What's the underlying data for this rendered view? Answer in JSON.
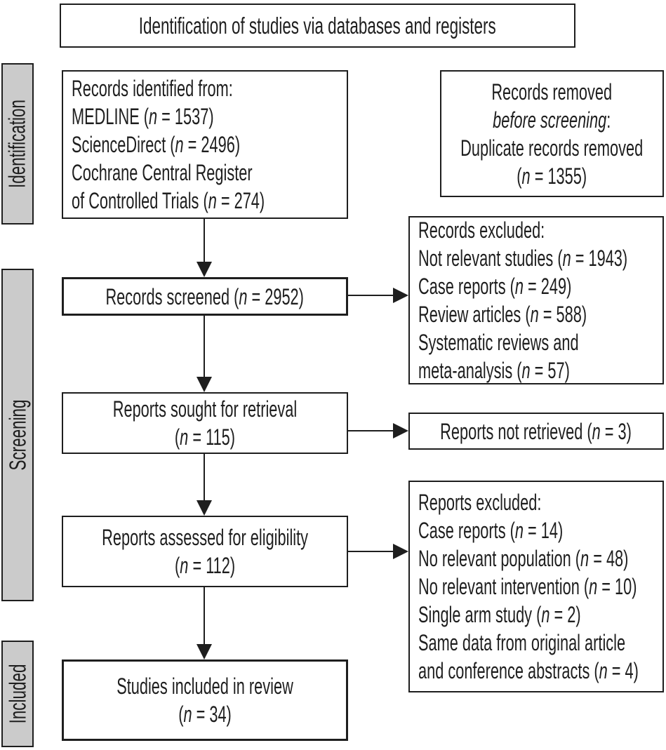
{
  "diagram": {
    "title": "Identification of studies via databases and registers",
    "stages": [
      {
        "label": "Identification"
      },
      {
        "label": "Screening"
      },
      {
        "label": "Included"
      }
    ],
    "boxes": {
      "records_identified": {
        "lines": [
          "Records identified from:",
          "MEDLINE (*n* = 1537)",
          "ScienceDirect (*n* = 2496)",
          "Cochrane Central Register",
          "of Controlled Trials (*n* = 274)"
        ]
      },
      "records_removed": {
        "lines": [
          "Records removed",
          "*before screening*:",
          "Duplicate records removed",
          "(*n* = 1355)"
        ]
      },
      "records_screened": {
        "lines": [
          "Records screened (*n* = 2952)"
        ]
      },
      "records_excluded": {
        "lines": [
          "Records excluded:",
          "Not relevant studies (*n* = 1943)",
          "Case reports (*n* = 249)",
          "Review articles (*n* = 588)",
          "Systematic reviews and",
          "meta-analysis (*n* = 57)"
        ]
      },
      "reports_sought": {
        "lines": [
          "Reports sought for retrieval",
          "(*n* = 115)"
        ]
      },
      "reports_not_retrieved": {
        "lines": [
          "Reports not retrieved (*n* = 3)"
        ]
      },
      "reports_assessed": {
        "lines": [
          "Reports assessed for eligibility",
          "(*n* = 112)"
        ]
      },
      "reports_excluded": {
        "lines": [
          "Reports excluded:",
          "Case reports (*n* = 14)",
          "No relevant population (*n* = 48)",
          "No relevant intervention (*n* = 10)",
          "Single arm study (*n* = 2)",
          "Same data from original article",
          "and conference abstracts (*n* = 4)"
        ]
      },
      "studies_included": {
        "lines": [
          "Studies included in review",
          "(*n* = 34)"
        ]
      }
    },
    "counts": {
      "medline": 1537,
      "sciencedirect": 2496,
      "cochrane_central_register_controlled_trials": 274,
      "duplicate_records_removed": 1355,
      "records_screened": 2952,
      "not_relevant_studies": 1943,
      "case_reports_screening": 249,
      "review_articles": 588,
      "systematic_reviews_meta_analysis": 57,
      "reports_sought_for_retrieval": 115,
      "reports_not_retrieved": 3,
      "reports_assessed_for_eligibility": 112,
      "case_reports_eligibility": 14,
      "no_relevant_population": 48,
      "no_relevant_intervention": 10,
      "single_arm_study": 2,
      "same_data_original_and_conference_abstracts": 4,
      "studies_included_in_review": 34
    },
    "colors": {
      "background": "#ffffff",
      "border": "#1e1e1e",
      "text": "#1e1e1e",
      "stage_fill": "#cbcbcb"
    }
  }
}
